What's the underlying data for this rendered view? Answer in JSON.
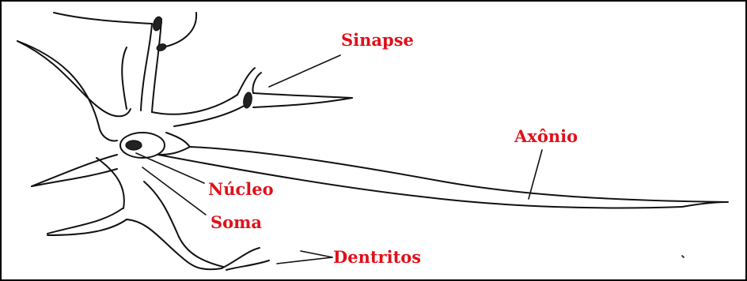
{
  "diagram": {
    "border_color": "#000000",
    "background": "#ffffff",
    "label_color": "#e0101a",
    "labels": {
      "sinapse": "Sinapse",
      "axonio": "Axônio",
      "nucleo": "Núcleo",
      "soma": "Soma",
      "dentritos": "Dentritos"
    }
  }
}
